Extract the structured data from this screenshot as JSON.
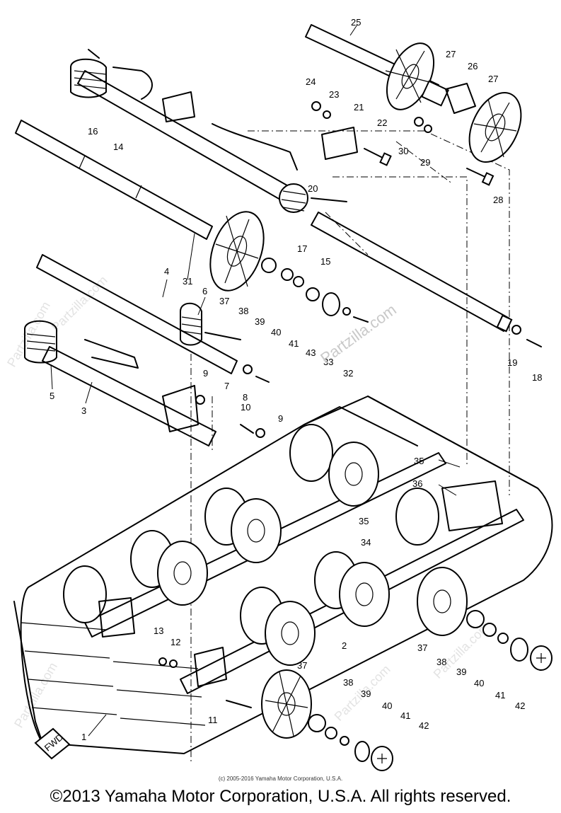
{
  "callouts": [
    "25",
    "27",
    "26",
    "27",
    "24",
    "23",
    "21",
    "22",
    "30",
    "29",
    "16",
    "14",
    "28",
    "20",
    "17",
    "15",
    "31",
    "37",
    "38",
    "39",
    "40",
    "41",
    "43",
    "33",
    "32",
    "4",
    "6",
    "19",
    "18",
    "5",
    "3",
    "9",
    "7",
    "8",
    "10",
    "9",
    "35",
    "36",
    "35",
    "34",
    "2",
    "37",
    "38",
    "39",
    "40",
    "41",
    "42",
    "13",
    "12",
    "11",
    "1",
    "37",
    "38",
    "39",
    "40",
    "41",
    "42"
  ],
  "watermark": {
    "text": "Partzilla.com",
    "faint": "Partzilla.com"
  },
  "fwd_label": "FWD",
  "copyright_small": "(c) 2005-2016 Yamaha Motor Corporation, U.S.A.",
  "copyright_main": "©2013 Yamaha Motor Corporation, U.S.A. All rights reserved."
}
